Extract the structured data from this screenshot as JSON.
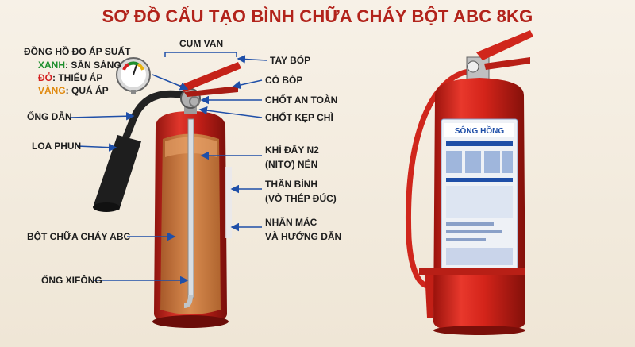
{
  "title": "SƠ ĐỒ CẤU TẠO BÌNH CHỮA CHÁY BỘT ABC 8KG",
  "labels": {
    "gauge": "ĐỒNG HỒ ĐO ÁP SUẤT",
    "gauge_green_key": "XANH",
    "gauge_green_val": ": SẴN SÀNG",
    "gauge_red_key": "ĐỎ",
    "gauge_red_val": ": THIẾU ÁP",
    "gauge_yellow_key": "VÀNG",
    "gauge_yellow_val": ": QUÁ ÁP",
    "hose": "ỐNG DẪN",
    "nozzle": "LOA PHUN",
    "powder": "BỘT CHỮA CHÁY ABC",
    "siphon": "ỐNG XIFÔNG",
    "valve_group": "CỤM VAN",
    "handle": "TAY BÓP",
    "lever": "CÒ BÓP",
    "safety_pin": "CHỐT AN TOÀN",
    "seal_pin": "CHỐT KẸP CHÌ",
    "gas_line1": "KHÍ ĐẨY N2",
    "gas_line2": "(NITƠ) NÉN",
    "body_line1": "THÂN BÌNH",
    "body_line2": "(VỎ THÉP ĐÚC)",
    "label_line1": "NHÃN MÁC",
    "label_line2": "VÀ HƯỚNG DẪN"
  },
  "photo_brand": "SÔNG HỒNG",
  "colors": {
    "title": "#b2231b",
    "cylinder": "#d8261e",
    "powder": "#c9743a",
    "arrow": "#1f4fa8"
  }
}
